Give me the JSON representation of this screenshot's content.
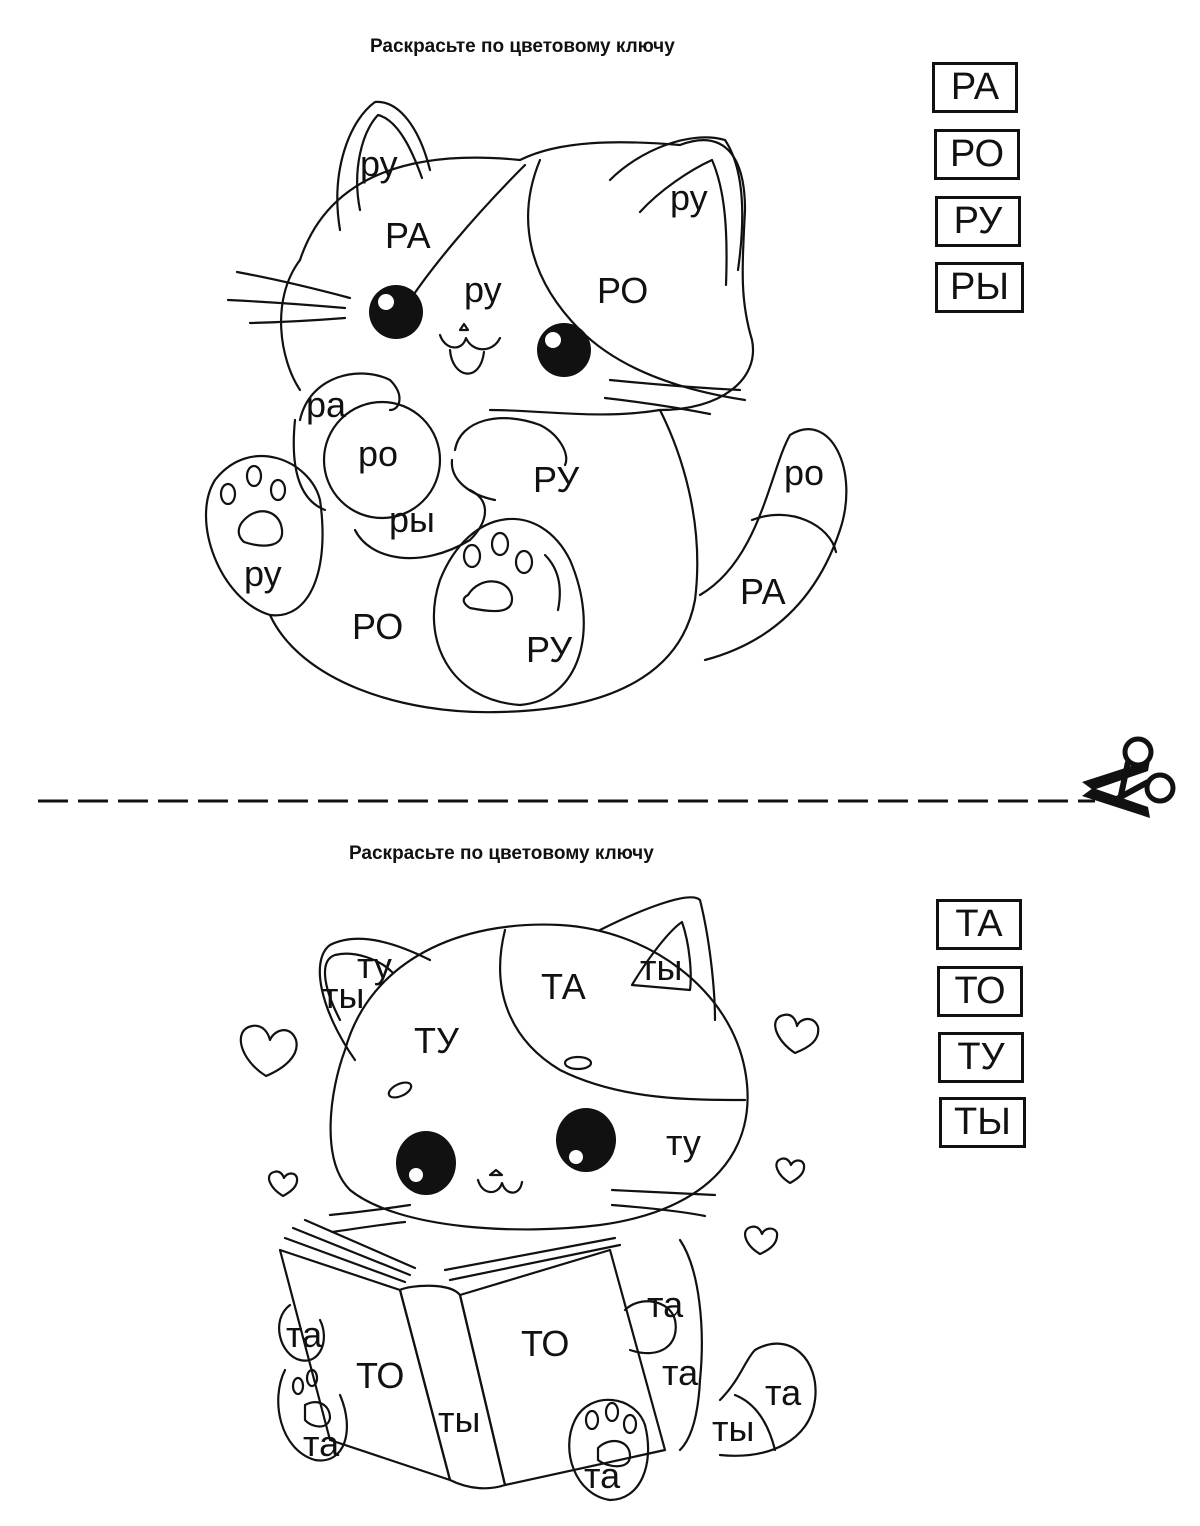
{
  "worksheet_1": {
    "title": "Раскрасьте по цветовому ключу",
    "key": [
      "РА",
      "РО",
      "РУ",
      "РЫ"
    ],
    "labels": [
      "ру",
      "РА",
      "ру",
      "ру",
      "РО",
      "ра",
      "ро",
      "РУ",
      "ро",
      "ры",
      "ру",
      "РО",
      "РА",
      "РУ"
    ]
  },
  "worksheet_2": {
    "title": "Раскрасьте по цветовому ключу",
    "key": [
      "ТА",
      "ТО",
      "ТУ",
      "ТЫ"
    ],
    "labels": [
      "ту",
      "ты",
      "ТА",
      "ты",
      "ТУ",
      "ту",
      "та",
      "ТО",
      "та",
      "ТО",
      "та",
      "ты",
      "та",
      "ты",
      "та",
      "та"
    ]
  },
  "cut_line": {
    "icon": "scissors-icon"
  }
}
